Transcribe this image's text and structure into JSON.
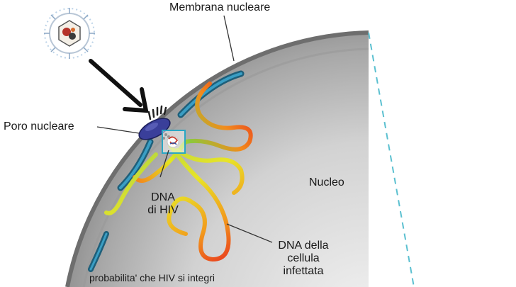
{
  "labels": {
    "nuclear_membrane": "Membrana nucleare",
    "nuclear_pore": "Poro nucleare",
    "nucleus": "Nucleo",
    "hiv_dna_line1": "DNA",
    "hiv_dna_line2": "di HIV",
    "cell_dna_line1": "DNA della",
    "cell_dna_line2": "cellula",
    "cell_dna_line3": "infettata",
    "integration_caption": "probabilita' che HIV si integri"
  },
  "icons": [
    "hiv-virion-icon",
    "arrow-icon",
    "nuclear-pore-icon",
    "hiv-dna-marker-icon"
  ],
  "colors": {
    "nucleus_gray": "#8a8a8a",
    "membrane_teal": "#2b7fa3",
    "dashed_line": "#5bc0d0",
    "dna_red": "#e8321e",
    "dna_orange": "#f28c1c",
    "dna_yellow": "#e4e81e",
    "dna_green": "#8cc83c",
    "pore_purple": "#3a3f9a",
    "highlight_box": "#2aa7c4"
  }
}
